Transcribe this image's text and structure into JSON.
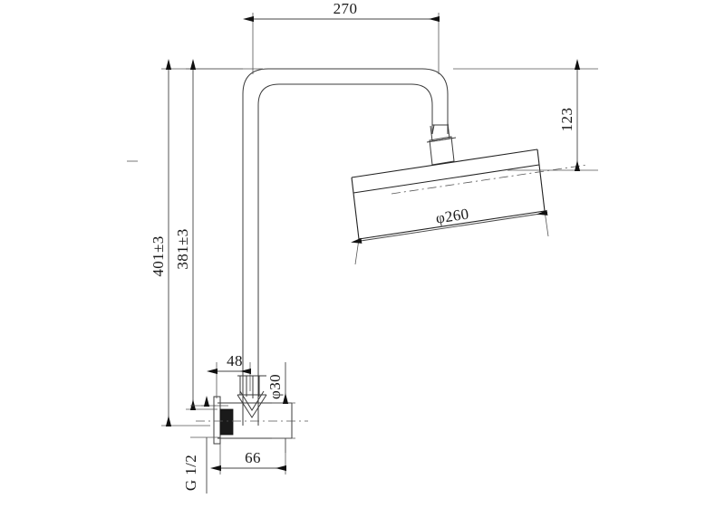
{
  "drawing": {
    "title": "Shower Mixer Riser Rail Technical Drawing",
    "units": "mm",
    "line_color": "#3b3b3b",
    "text_color": "#1a1a1a",
    "background": "#ffffff"
  },
  "dimensions": {
    "top_width": "270",
    "head_height": "123",
    "overall_height": "401±3",
    "riser_height": "381±3",
    "head_diameter": "φ260",
    "arm_offset": "48",
    "inlet_diameter": "φ30",
    "inlet_projection": "66",
    "thread_spec": "G 1/2"
  },
  "parts": {
    "gooseneck_pipe": "gooseneck-riser-pipe",
    "shower_head": "rain-shower-head",
    "head_connector": "shower-head-swivel-connector",
    "wall_inlet": "wall-inlet-elbow",
    "wall_flange": "wall-mounting-flange",
    "diverter_body": "diverter-valve-body"
  },
  "icons": {
    "arrow": "arrow-head-icon",
    "centerline": "centerline-icon"
  }
}
